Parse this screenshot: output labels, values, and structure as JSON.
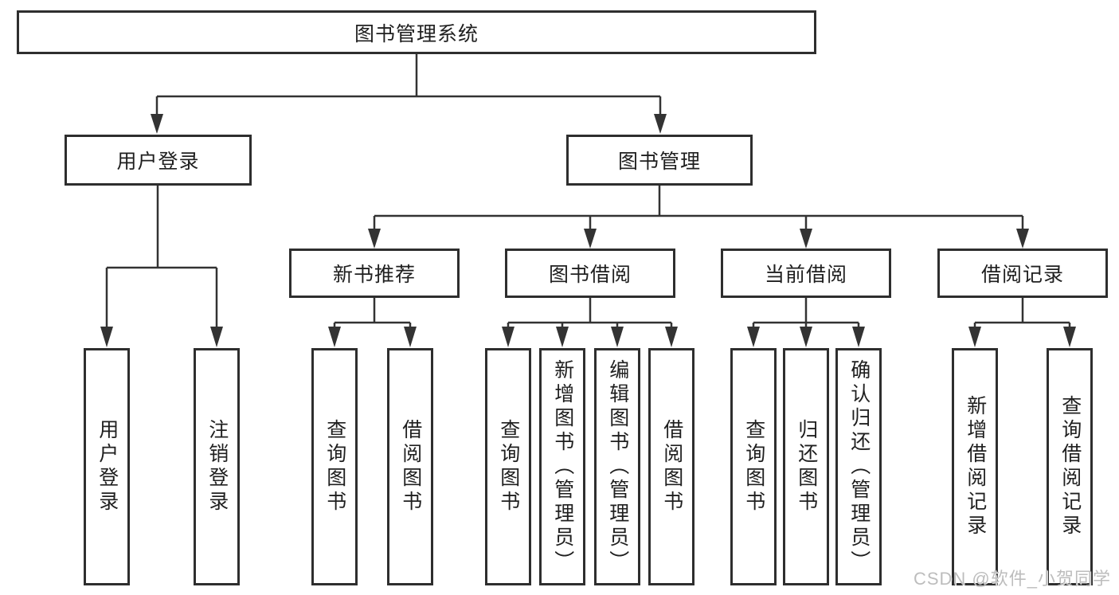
{
  "diagram": {
    "type": "hierarchy-tree",
    "root": "图书管理系统",
    "level2": {
      "user_login": "用户登录",
      "book_mgmt": "图书管理"
    },
    "level3": {
      "new_book_rec": "新书推荐",
      "book_borrow": "图书借阅",
      "current_borrow": "当前借阅",
      "borrow_records": "借阅记录"
    },
    "leaves": {
      "login": "用户登录",
      "logout": "注销登录",
      "rec_query": "查询图书",
      "rec_borrow": "借阅图书",
      "bb_query": "查询图书",
      "bb_add": "新增图书（管理员）",
      "bb_edit": "编辑图书（管理员）",
      "bb_borrow": "借阅图书",
      "cb_query": "查询图书",
      "cb_return": "归还图书",
      "cb_confirm": "确认归还（管理员）",
      "br_add": "新增借阅记录",
      "br_query": "查询借阅记录"
    },
    "hierarchy": {
      "图书管理系统": {
        "用户登录": [
          "用户登录",
          "注销登录"
        ],
        "图书管理": {
          "新书推荐": [
            "查询图书",
            "借阅图书"
          ],
          "图书借阅": [
            "查询图书",
            "新增图书（管理员）",
            "编辑图书（管理员）",
            "借阅图书"
          ],
          "当前借阅": [
            "查询图书",
            "归还图书",
            "确认归还（管理员）"
          ],
          "借阅记录": [
            "新增借阅记录",
            "查询借阅记录"
          ]
        }
      }
    }
  },
  "watermark": "CSDN @软件_小贺同学",
  "colors": {
    "background": "#ffffff",
    "box_border": "#2e2e2e",
    "connector_line": "#333333",
    "text": "#1f1f1f",
    "watermark_text": "#bdbdbd"
  }
}
